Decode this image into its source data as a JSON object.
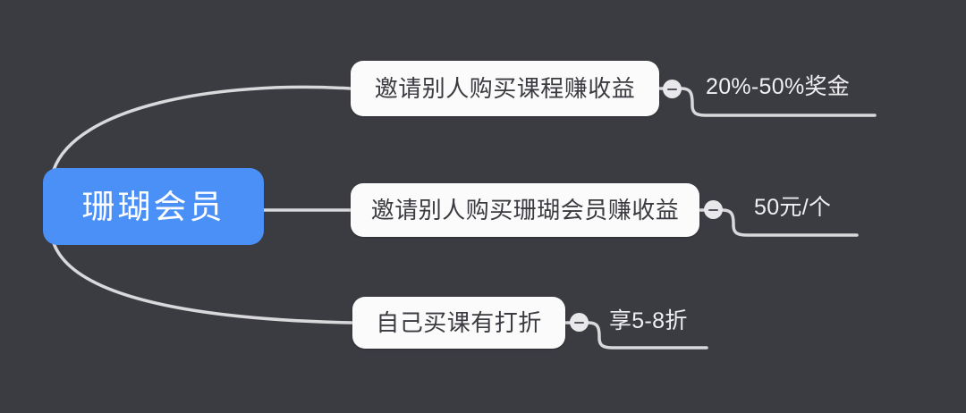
{
  "canvas": {
    "background_color": "#3b3b42",
    "edge_color": "#d9d9dc"
  },
  "mindmap": {
    "root": {
      "label": "珊瑚会员",
      "color": "#4a90f7",
      "text_color": "#ffffff"
    },
    "branches": [
      {
        "label": "邀请别人购买课程赚收益",
        "toggle_icon": "minus-circle-icon",
        "toggle_state": "expanded",
        "leaf": "20%-50%奖金"
      },
      {
        "label": "邀请别人购买珊瑚会员赚收益",
        "toggle_icon": "minus-circle-icon",
        "toggle_state": "expanded",
        "leaf": "50元/个"
      },
      {
        "label": "自己买课有打折",
        "toggle_icon": "minus-circle-icon",
        "toggle_state": "expanded",
        "leaf": "享5-8折"
      }
    ]
  }
}
